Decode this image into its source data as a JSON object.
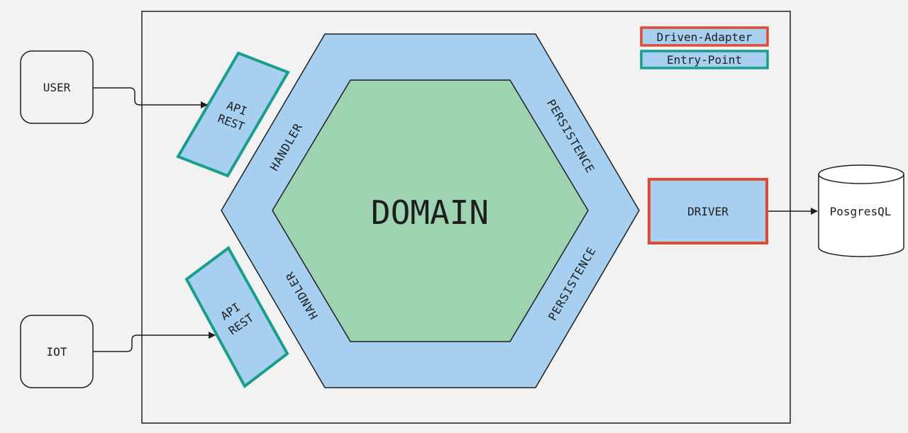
{
  "actors": {
    "user": "USER",
    "iot": "IOT"
  },
  "entry_points": {
    "top_line1": "API",
    "top_line2": "REST",
    "bottom_line1": "API",
    "bottom_line2": "REST"
  },
  "hexagon": {
    "handler_top": "HANDLER",
    "handler_bottom": "HANDLER",
    "persistence_top": "PERSISTENCE",
    "persistence_bottom": "PERSISTENCE",
    "core": "DOMAIN"
  },
  "driver": "DRIVER",
  "database": "PosgresQL",
  "legend": {
    "driven_adapter": "Driven-Adapter",
    "entry_point": "Entry-Point"
  },
  "colors": {
    "background": "#f2f2f2",
    "outer_hexagon": "#a6cff0",
    "inner_hexagon": "#9dd3b1",
    "entry_point_border": "#1a9e8a",
    "driven_adapter_border": "#e04a35",
    "stroke": "#1e1e1e"
  }
}
